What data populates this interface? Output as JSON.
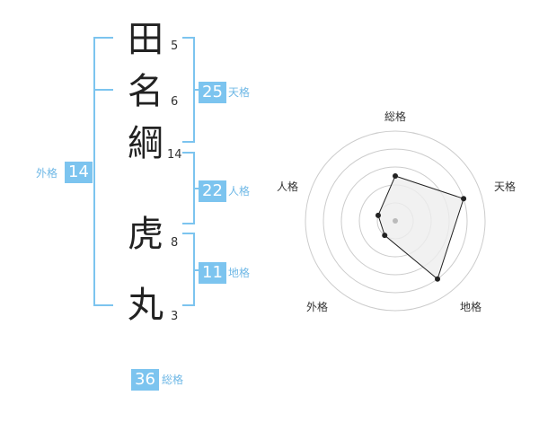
{
  "name_chars": [
    {
      "char": "田",
      "strokes": "5"
    },
    {
      "char": "名",
      "strokes": "6"
    },
    {
      "char": "綱",
      "strokes": "14"
    },
    {
      "char": "虎",
      "strokes": "8"
    },
    {
      "char": "丸",
      "strokes": "3"
    }
  ],
  "scores": {
    "tenkaku": {
      "label": "天格",
      "value": "25"
    },
    "jinkaku": {
      "label": "人格",
      "value": "22"
    },
    "chikaku": {
      "label": "地格",
      "value": "11"
    },
    "gaikaku": {
      "label": "外格",
      "value": "14"
    },
    "soukaku": {
      "label": "総格",
      "value": "36"
    }
  },
  "radar": {
    "axes": [
      "総格",
      "天格",
      "地格",
      "外格",
      "人格"
    ],
    "values": [
      0.5,
      0.8,
      0.8,
      0.2,
      0.2
    ]
  },
  "colors": {
    "accent": "#7cc4ef",
    "grid": "#cccccc",
    "fill": "#eeeeee"
  }
}
